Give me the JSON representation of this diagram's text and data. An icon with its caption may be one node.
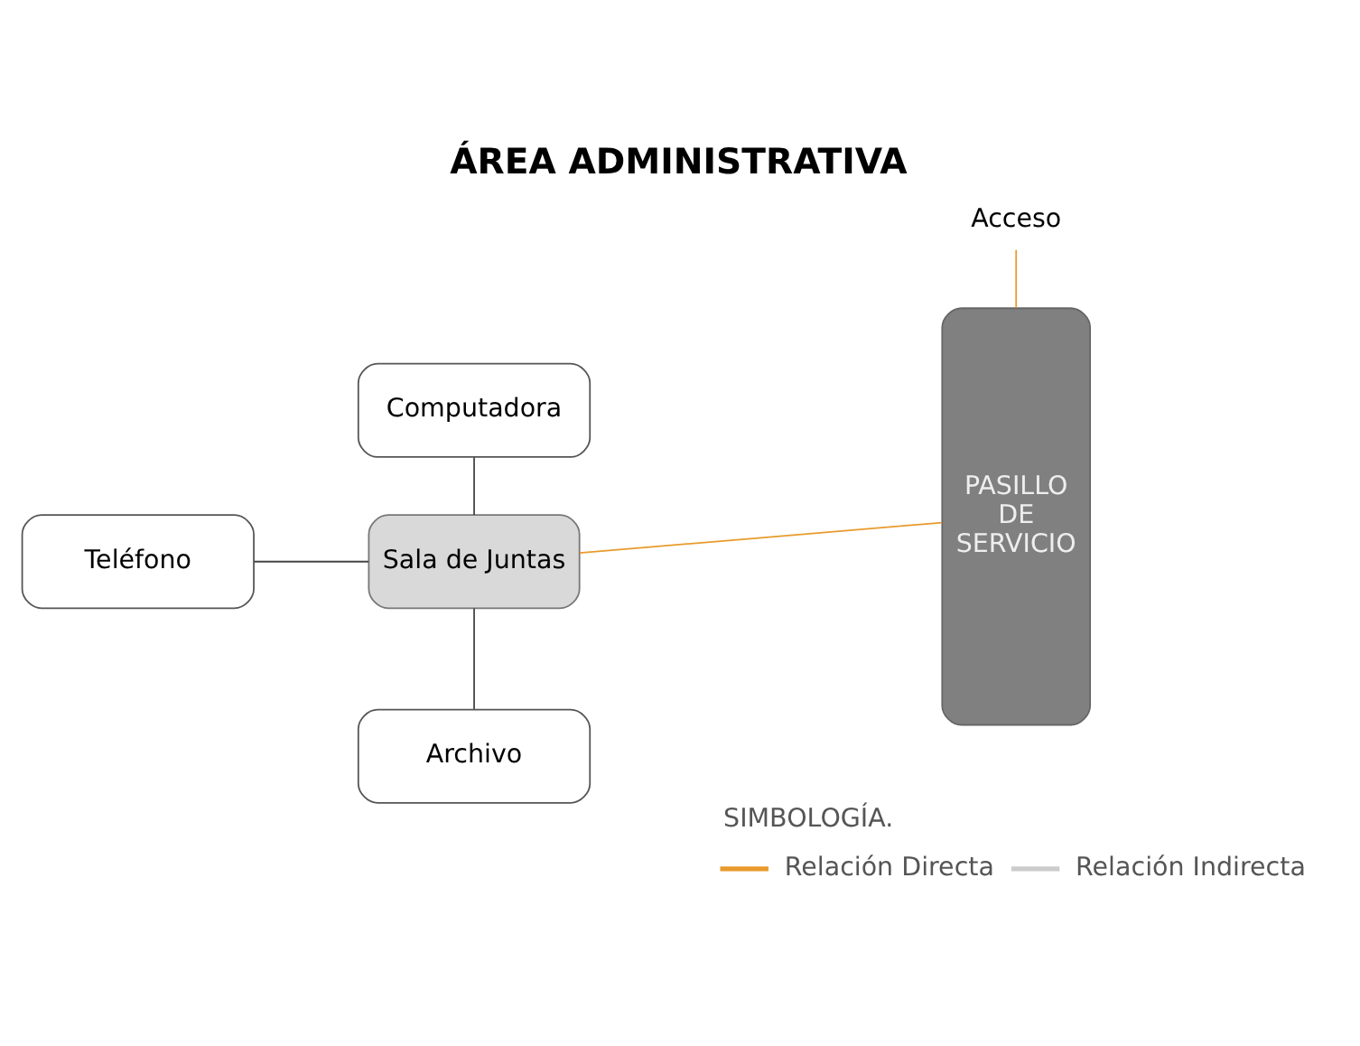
{
  "diagram": {
    "title": "ÁREA ADMINISTRATIVA",
    "nodes": [
      {
        "text": [
          "Computadora"
        ]
      },
      {
        "text": [
          "Teléfono"
        ]
      },
      {
        "text": [
          "Sala de Juntas"
        ]
      },
      {
        "text": [
          "Archivo"
        ]
      },
      {
        "text": [
          "PASILLO DE SERVICIO"
        ]
      },
      {
        "text": [
          "Acceso"
        ]
      }
    ],
    "edges": [
      {
        "from": 0,
        "to": 2,
        "arrow": "none"
      },
      {
        "from": 1,
        "to": 2,
        "arrow": "none"
      },
      {
        "from": 2,
        "to": 3,
        "arrow": "none"
      },
      {
        "from": 2,
        "to": 4,
        "arrow": "none",
        "color": "#e89a2c"
      },
      {
        "from": 5,
        "to": 4,
        "arrow": "none",
        "color": "#e89a2c"
      }
    ],
    "labels": [
      "SIMBOLOGÍA."
    ],
    "legend": [
      {
        "text": "Relación Directa"
      },
      {
        "text": "Relación Indirecta"
      }
    ]
  }
}
